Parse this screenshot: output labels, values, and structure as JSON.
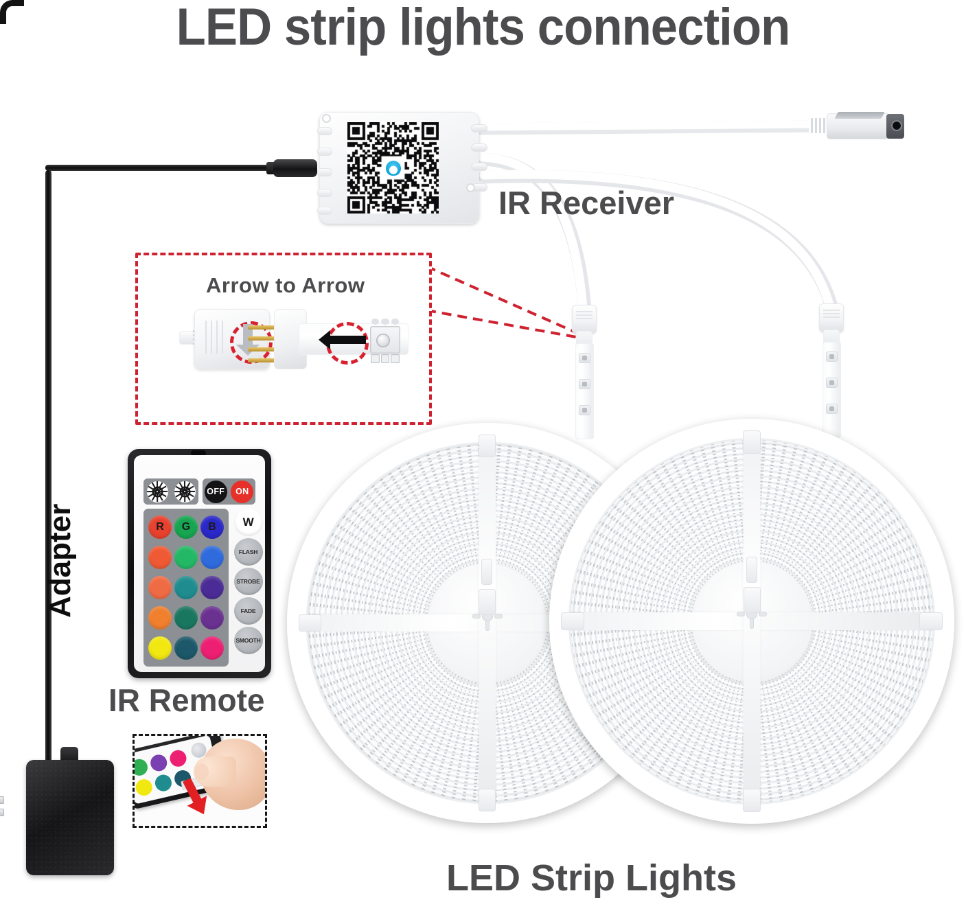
{
  "title": "LED strip lights connection",
  "colors": {
    "title_gray": "#4c4c4e",
    "accent_red": "#cf2230",
    "adapter_black": "#151517",
    "remote_on_red": "#e8302a",
    "qr_logo_blue": "#12a5dd"
  },
  "labels": {
    "ir_receiver": "IR Receiver",
    "ir_remote": "IR Remote",
    "led_strip_lights": "LED Strip Lights",
    "adapter": "Adapter",
    "arrow_to_arrow": "Arrow to  Arrow"
  },
  "inset": {
    "caption": "Arrow to  Arrow",
    "left_part": "female-connector",
    "right_part": "led-strip-end",
    "pin_count": 4
  },
  "remote": {
    "top_row": [
      {
        "name": "brightness-up",
        "label": "",
        "icon": "sun-icon",
        "color": "#ffffff"
      },
      {
        "name": "brightness-down",
        "label": "",
        "icon": "sun-icon",
        "color": "#ffffff"
      },
      {
        "name": "off",
        "label": "OFF",
        "color": "#131315"
      },
      {
        "name": "on",
        "label": "ON",
        "color": "#e8302a"
      }
    ],
    "color_grid": [
      [
        {
          "label": "R",
          "color": "#e8412e"
        },
        {
          "label": "G",
          "color": "#16a550"
        },
        {
          "label": "B",
          "color": "#2a28c8"
        }
      ],
      [
        {
          "label": "",
          "color": "#ef5a34"
        },
        {
          "label": "",
          "color": "#23b866"
        },
        {
          "label": "",
          "color": "#2f6bdd"
        }
      ],
      [
        {
          "label": "",
          "color": "#ef6b44"
        },
        {
          "label": "",
          "color": "#1f8d8f"
        },
        {
          "label": "",
          "color": "#4b2c96"
        }
      ],
      [
        {
          "label": "",
          "color": "#f07f2e"
        },
        {
          "label": "",
          "color": "#19765f"
        },
        {
          "label": "",
          "color": "#6b3191"
        }
      ],
      [
        {
          "label": "",
          "color": "#f2e811"
        },
        {
          "label": "",
          "color": "#1c5869"
        },
        {
          "label": "",
          "color": "#ed1f72"
        }
      ]
    ],
    "side_buttons": [
      {
        "label": "W",
        "color": "#ffffff"
      },
      {
        "label": "FLASH",
        "color": "#b0b4b8"
      },
      {
        "label": "STROBE",
        "color": "#b0b4b8"
      },
      {
        "label": "FADE",
        "color": "#b0b4b8"
      },
      {
        "label": "SMOOTH",
        "color": "#b0b4b8"
      }
    ]
  },
  "photo_inset": {
    "name": "battery-tab-pull-photo",
    "arrow_color": "#e21f22",
    "swatches": [
      "#2fae54",
      "#7a3fb0",
      "#ed1f72",
      "#f2e811",
      "#1f8d8f",
      "#1c5869"
    ]
  },
  "controller": {
    "name": "bluetooth-controller-box",
    "has_qr": true,
    "logo": "cloud-arc-icon"
  },
  "reels": [
    {
      "name": "led-reel-left"
    },
    {
      "name": "led-reel-right"
    }
  ],
  "connectors": {
    "dc_jack": "dc-barrel-jack",
    "strip_connector_left": "strip-connector",
    "strip_connector_right": "strip-connector"
  }
}
